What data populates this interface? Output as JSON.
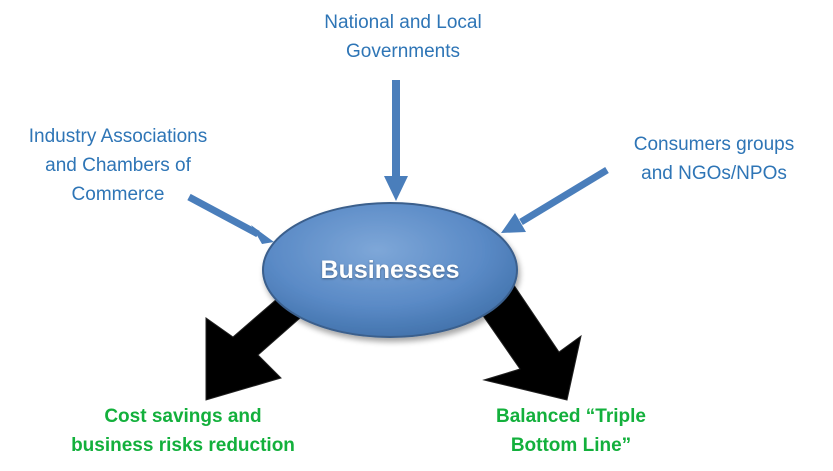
{
  "nodes": {
    "center": "Businesses",
    "governments": [
      "National and Local",
      "Governments"
    ],
    "industry": [
      "Industry Associations",
      "and Chambers of",
      "Commerce"
    ],
    "consumers": [
      "Consumers groups",
      "and NGOs/NPOs"
    ],
    "cost_savings": [
      "Cost savings and",
      "business risks reduction"
    ],
    "triple_bottom_line": [
      "Balanced “Triple",
      "Bottom Line”"
    ]
  },
  "colors": {
    "label_blue": "#2e75b6",
    "outcome_green": "#13b03c",
    "ellipse_fill": "#4f81bd",
    "ellipse_stroke": "#3a5f8c",
    "input_arrow": "#4a7ebb",
    "output_arrow": "#000000"
  }
}
